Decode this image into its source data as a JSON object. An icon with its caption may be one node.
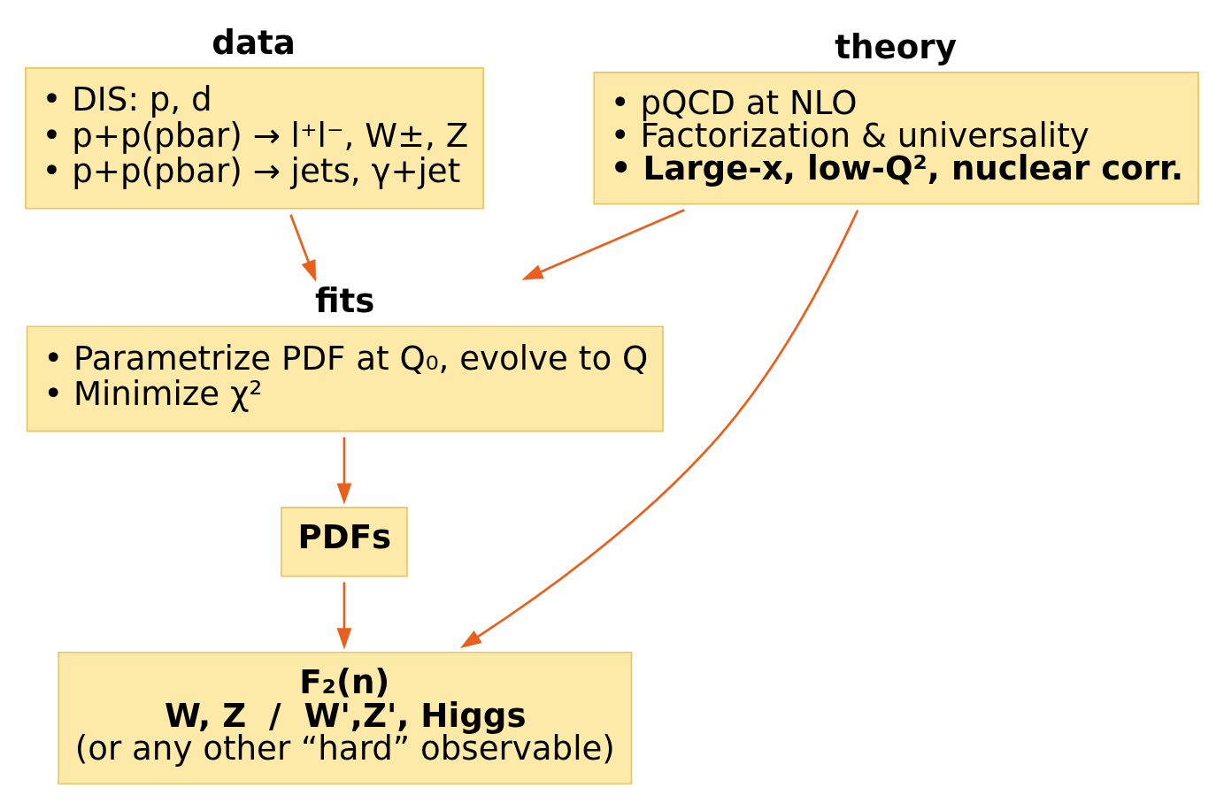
{
  "diagram": {
    "nodes": [
      {
        "text": [
          "data",
          "• DIS: p, d",
          "• p+p(pbar) → l⁺l⁻, W±, Z",
          "• p+p(pbar) → jets, γ+jet"
        ]
      },
      {
        "text": [
          "theory",
          "• pQCD at NLO",
          "• Factorization & universality",
          "• Large-x, low-Q², nuclear corr."
        ]
      },
      {
        "text": [
          "fits",
          "• Parametrize PDF at Q₀, evolve to Q",
          "• Minimize χ²"
        ]
      },
      {
        "text": [
          "PDFs"
        ]
      },
      {
        "text": [
          "F₂(n)",
          "W, Z  /  W',Z', Higgs",
          "(or any other “hard” observable)"
        ]
      }
    ],
    "edges": [
      {
        "from": 0,
        "to": 2,
        "arrow": "to"
      },
      {
        "from": 1,
        "to": 2,
        "arrow": "to"
      },
      {
        "from": 2,
        "to": 3,
        "arrow": "to"
      },
      {
        "from": 3,
        "to": 4,
        "arrow": "to"
      },
      {
        "from": 1,
        "to": 4,
        "arrow": "to"
      }
    ]
  }
}
